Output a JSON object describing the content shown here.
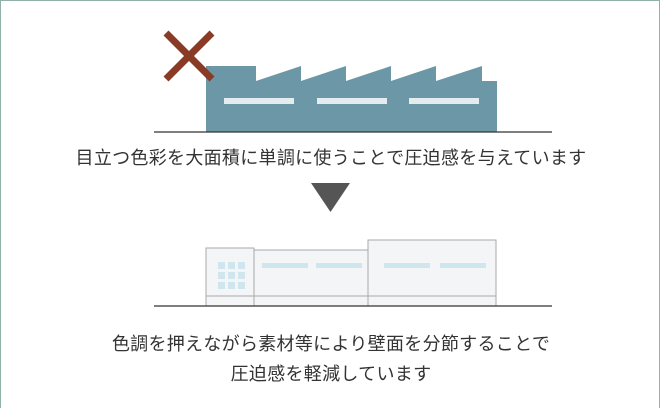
{
  "before": {
    "caption": "目立つ色彩を大面積に単調に使うことで圧迫感を与えています",
    "building_color": "#6b97a6",
    "window_color": "#e3edf0",
    "cross_color": "#8a3b25",
    "cross_icon": "x-mark-icon"
  },
  "arrow": {
    "icon": "down-triangle-icon",
    "color": "#555555"
  },
  "after": {
    "caption_line1": "色調を押えながら素材等により壁面を分節することで",
    "caption_line2": "圧迫感を軽減しています",
    "wall_color": "#f4f5f7",
    "outline_color": "#a9a9a9",
    "window_color": "#cfe6ef"
  },
  "ground_color": "#333333"
}
